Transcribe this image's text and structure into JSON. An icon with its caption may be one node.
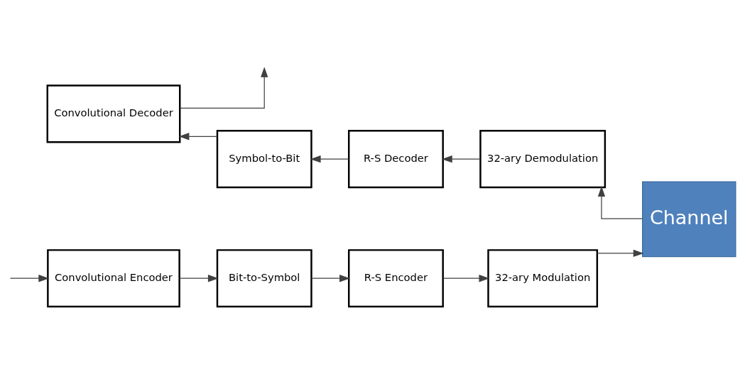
{
  "diagram": {
    "nodes": [
      {
        "text": [
          "Convolutional Encoder"
        ]
      },
      {
        "text": [
          "Bit-to-Symbol"
        ]
      },
      {
        "text": [
          "R-S Encoder"
        ]
      },
      {
        "text": [
          "32-ary Modulation"
        ]
      },
      {
        "text": [
          "Channel"
        ]
      },
      {
        "text": [
          "Convolutional Decoder"
        ]
      },
      {
        "text": [
          "Symbol-to-Bit"
        ]
      },
      {
        "text": [
          "R-S Decoder"
        ]
      },
      {
        "text": [
          "32-ary Demodulation"
        ]
      }
    ],
    "edges": [
      {
        "from": null,
        "to": 0,
        "arrow": "to"
      },
      {
        "from": 0,
        "to": 1,
        "arrow": "to"
      },
      {
        "from": 1,
        "to": 2,
        "arrow": "to"
      },
      {
        "from": 2,
        "to": 3,
        "arrow": "to"
      },
      {
        "from": 3,
        "to": 4,
        "arrow": "to"
      },
      {
        "from": 4,
        "to": 8,
        "arrow": "to"
      },
      {
        "from": 8,
        "to": 7,
        "arrow": "to"
      },
      {
        "from": 7,
        "to": 6,
        "arrow": "to"
      },
      {
        "from": 6,
        "to": 5,
        "arrow": "to"
      },
      {
        "from": 5,
        "to": null,
        "arrow": "to"
      }
    ]
  }
}
